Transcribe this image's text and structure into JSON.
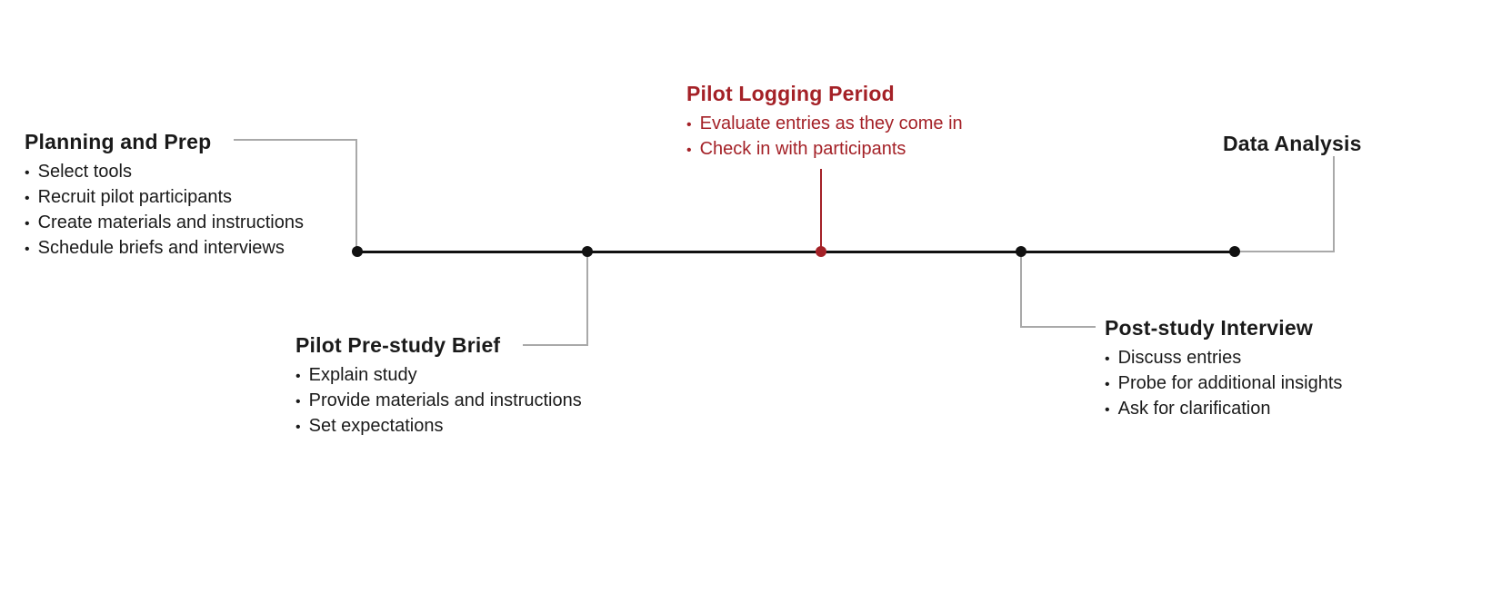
{
  "canvas": {
    "background": "#ffffff"
  },
  "timeline": {
    "bullet_char": "•",
    "line_color": "#111111",
    "connector_color": "#a9a9a9",
    "accent_color": "#a42127",
    "text_color": "#1a1a1a",
    "milestones": [
      {
        "title": "Planning and Prep",
        "bullets": [
          "Select tools",
          "Recruit pilot participants",
          "Create materials and instructions",
          "Schedule briefs and interviews"
        ]
      },
      {
        "title": "Pilot Pre-study Brief",
        "bullets": [
          "Explain study",
          "Provide materials and instructions",
          "Set expectations"
        ]
      },
      {
        "title": "Pilot Logging Period",
        "bullets": [
          "Evaluate entries as they come in",
          "Check in with participants"
        ]
      },
      {
        "title": "Post-study Interview",
        "bullets": [
          "Discuss entries",
          "Probe for additional insights",
          "Ask for clarification"
        ]
      },
      {
        "title": "Data Analysis",
        "bullets": []
      }
    ]
  }
}
